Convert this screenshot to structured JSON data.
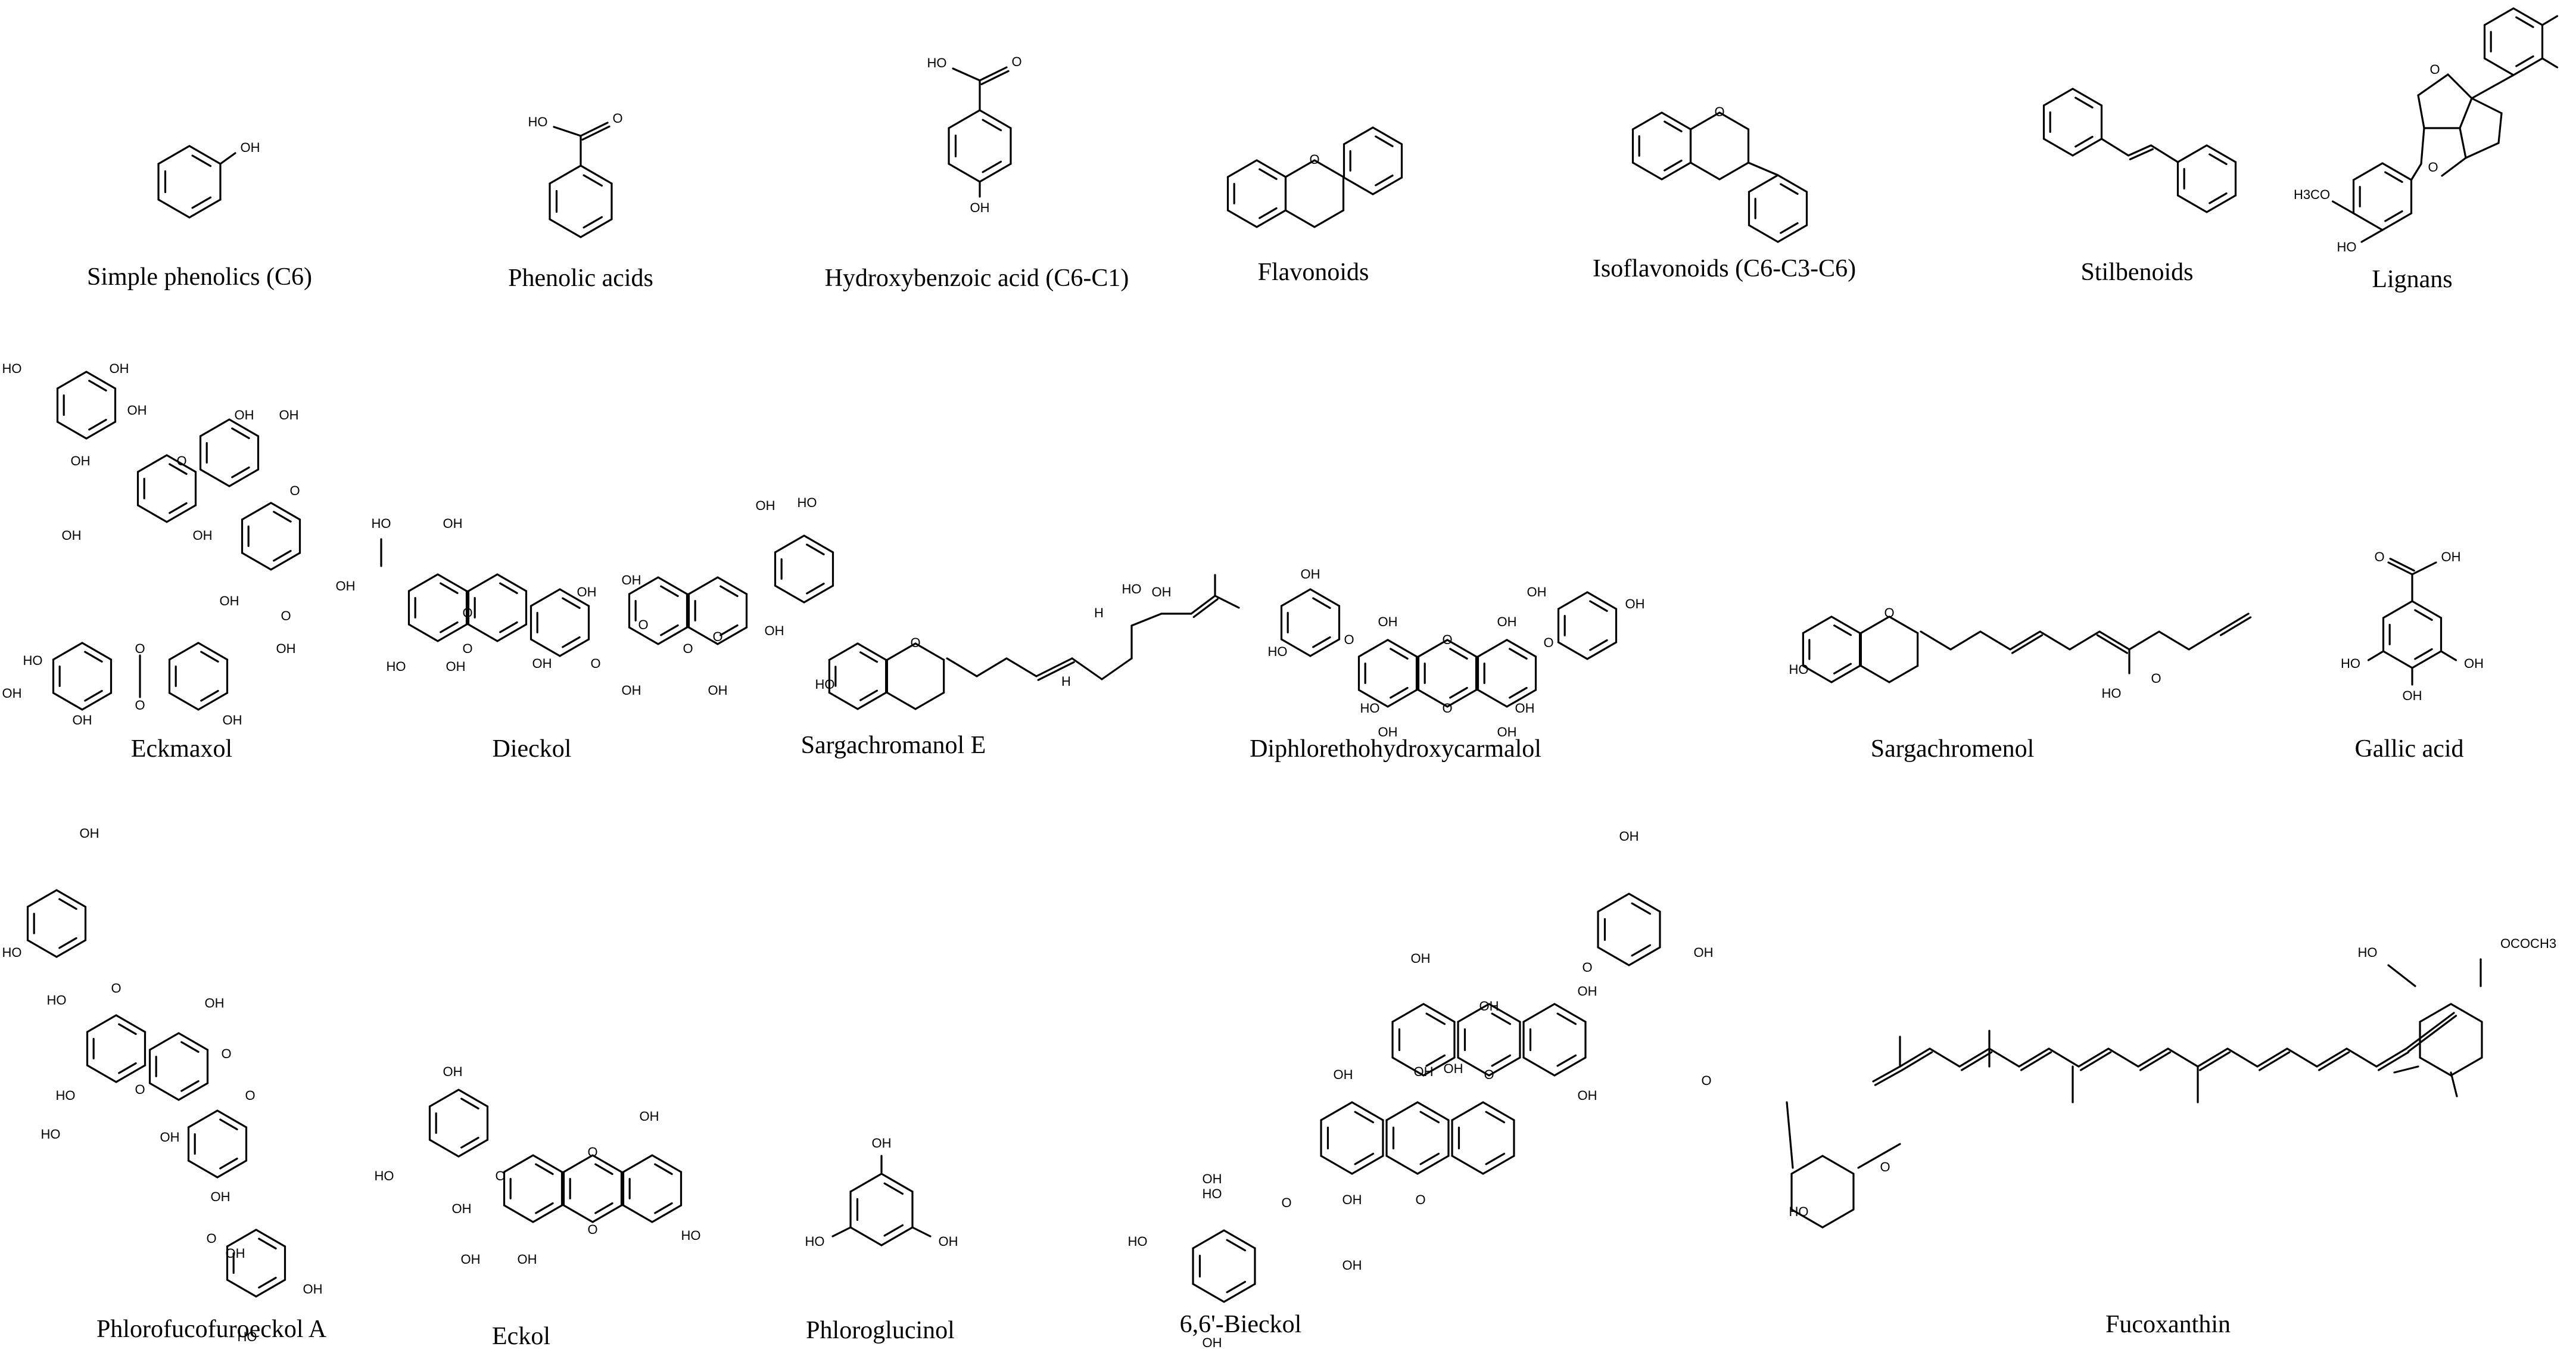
{
  "compounds": [
    {
      "name": "Simple phenolics (C6)",
      "atom_labels": [
        "OH"
      ]
    },
    {
      "name": "Phenolic acids",
      "atom_labels": [
        "HO",
        "O"
      ]
    },
    {
      "name": "Hydroxybenzoic acid (C6-C1)",
      "atom_labels": [
        "HO",
        "O",
        "OH"
      ]
    },
    {
      "name": "Flavonoids",
      "atom_labels": [
        "O"
      ]
    },
    {
      "name": "Isoflavonoids (C6-C3-C6)",
      "atom_labels": [
        "O"
      ]
    },
    {
      "name": "Stilbenoids",
      "atom_labels": []
    },
    {
      "name": "Lignans",
      "atom_labels": [
        "O",
        "O",
        "H3CO",
        "HO"
      ]
    },
    {
      "name": "Eckmaxol",
      "atom_labels": [
        "HO",
        "OH",
        "OH",
        "O",
        "OH",
        "OH",
        "OH",
        "OH",
        "OH",
        "O",
        "OH",
        "OH",
        "O",
        "OH",
        "OH",
        "HO",
        "O",
        "O",
        "OH",
        "OH"
      ]
    },
    {
      "name": "Dieckol",
      "atom_labels": [
        "HO",
        "OH",
        "O",
        "O",
        "HO",
        "OH",
        "OH",
        "O",
        "OH",
        "O",
        "OH",
        "O",
        "O",
        "OH",
        "OH",
        "OH",
        "OH",
        "HO"
      ]
    },
    {
      "name": "Sargachromanol E",
      "atom_labels": [
        "HO",
        "O",
        "HO",
        "OH",
        "H",
        "H"
      ]
    },
    {
      "name": "Diphlorethohydroxycarmalol",
      "atom_labels": [
        "OH",
        "HO",
        "O",
        "OH",
        "O",
        "O",
        "HO",
        "OH",
        "OH",
        "OH",
        "OH",
        "O",
        "OH",
        "OH"
      ]
    },
    {
      "name": "Sargachromenol",
      "atom_labels": [
        "HO",
        "O",
        "HO",
        "O"
      ]
    },
    {
      "name": "Gallic acid",
      "atom_labels": [
        "O",
        "OH",
        "HO",
        "OH",
        "OH"
      ]
    },
    {
      "name": "Phlorofucofuroeckol A",
      "atom_labels": [
        "OH",
        "HO",
        "O",
        "HO",
        "O",
        "OH",
        "HO",
        "O",
        "O",
        "OH",
        "HO",
        "OH",
        "O",
        "OH",
        "HO",
        "OH"
      ]
    },
    {
      "name": "Eckol",
      "atom_labels": [
        "OH",
        "HO",
        "O",
        "OH",
        "OH",
        "O",
        "O",
        "HO",
        "OH",
        "OH"
      ]
    },
    {
      "name": "Phloroglucinol",
      "atom_labels": [
        "OH",
        "HO",
        "OH"
      ]
    },
    {
      "name": "6,6'-Bieckol",
      "atom_labels": [
        "OH",
        "O",
        "OH",
        "OH",
        "O",
        "OH",
        "OH",
        "OH",
        "OH",
        "OH",
        "O",
        "OH",
        "OH",
        "HO",
        "O",
        "OH",
        "OH",
        "HO",
        "OH"
      ]
    },
    {
      "name": "Fucoxanthin",
      "atom_labels": [
        "HO",
        "OCOCH3",
        "O",
        "O",
        "HO"
      ]
    }
  ]
}
